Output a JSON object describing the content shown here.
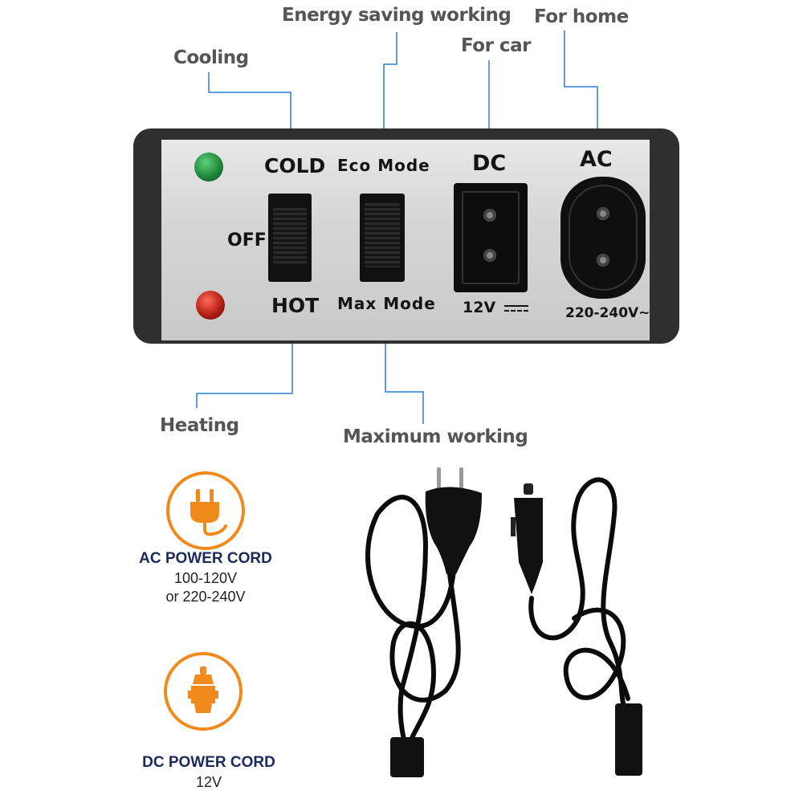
{
  "callouts": {
    "energy_saving": "Energy saving working",
    "for_home": "For home",
    "for_car": "For car",
    "cooling": "Cooling",
    "heating": "Heating",
    "maximum": "Maximum working"
  },
  "panel": {
    "cold": "COLD",
    "off": "OFF",
    "hot": "HOT",
    "eco_mode": "Eco Mode",
    "max_mode": "Max Mode",
    "dc": "DC",
    "ac": "AC",
    "dc_voltage": "12V",
    "ac_voltage": "220-240V~"
  },
  "colors": {
    "accent": "#f08a1c",
    "leader": "#2d7fd6",
    "title": "#1b2a5a",
    "led_green": "#1f8a3a",
    "led_red": "#b51f14"
  },
  "cords": {
    "ac": {
      "title": "AC POWER CORD",
      "spec_line1": "100-120V",
      "spec_line2": "or 220-240V",
      "icon": "plug-icon"
    },
    "dc": {
      "title": "DC POWER CORD",
      "spec_line1": "12V",
      "icon": "car-plug-icon"
    }
  }
}
